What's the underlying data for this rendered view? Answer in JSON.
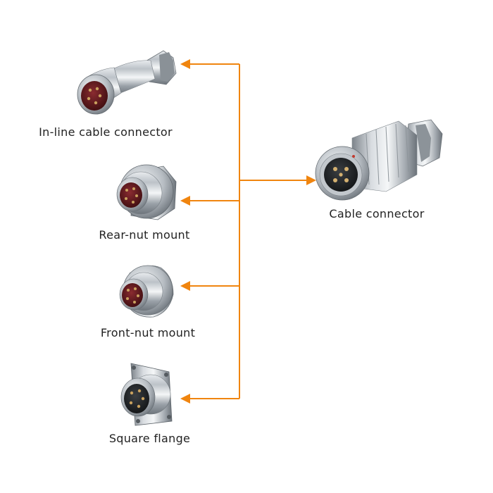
{
  "accent_color": "#F0850F",
  "hub": {
    "name": "Cable connector",
    "icon": "cable-connector-icon"
  },
  "mates": [
    {
      "name": "In-line cable connector",
      "icon": "inline-cable-connector-icon"
    },
    {
      "name": "Rear-nut mount",
      "icon": "rear-nut-mount-icon"
    },
    {
      "name": "Front-nut mount",
      "icon": "front-nut-mount-icon"
    },
    {
      "name": "Square flange",
      "icon": "square-flange-icon"
    }
  ]
}
